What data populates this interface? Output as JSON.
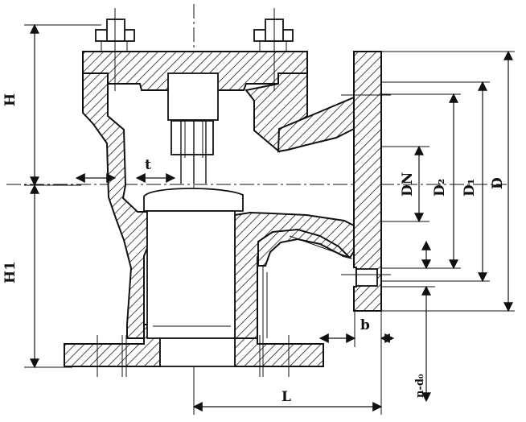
{
  "diagram": {
    "labels": {
      "H": "H",
      "H1": "H1",
      "t": "t",
      "DN": "DN",
      "D2": "D₂",
      "D1": "D₁",
      "D": "D",
      "b": "b",
      "n_d0": "n-d₀",
      "L": "L"
    }
  }
}
